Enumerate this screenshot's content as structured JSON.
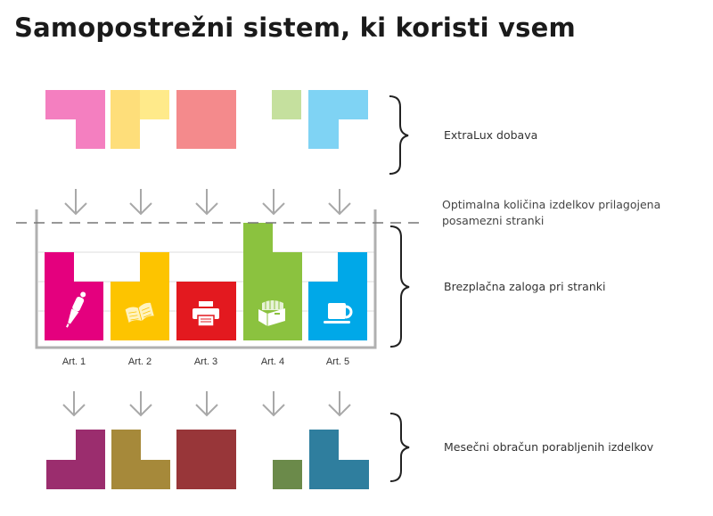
{
  "title": "Samopostrežni sistem, ki koristi vsem",
  "stages": [
    {
      "label": "ExtraLux dobava"
    },
    {
      "label": "Optimalna količina izdelkov prilagojena posamezni stranki",
      "label_line1": "Optimalna količina izdelkov prilagojena",
      "label_line2": "posamezni stranki"
    },
    {
      "label": "Brezplačna zaloga pri stranki"
    },
    {
      "label": "Mesečni obračun porabljenih izdelkov"
    }
  ],
  "articles": [
    {
      "label": "Art. 1",
      "icon": "pen-icon",
      "color": "#e4007e",
      "supply_color": "#f47fc0",
      "billing_color": "#9b2d6e"
    },
    {
      "label": "Art. 2",
      "icon": "book-icon",
      "color": "#fdc400",
      "supply_color": "#fede7a",
      "billing_color": "#a6893a"
    },
    {
      "label": "Art. 3",
      "icon": "printer-icon",
      "color": "#e3191f",
      "supply_color": "#f48a8c",
      "billing_color": "#983639"
    },
    {
      "label": "Art. 4",
      "icon": "archive-box-icon",
      "color": "#8bc23f",
      "supply_color": "#c5e09e",
      "billing_color": "#6b8a4a"
    },
    {
      "label": "Art. 5",
      "icon": "coffee-cup-icon",
      "color": "#00a8e8",
      "supply_color": "#7fd3f4",
      "billing_color": "#2f7e9e"
    }
  ],
  "colors": {
    "arrow": "#a8a8a8",
    "container": "#b0b0b0",
    "gridline": "#dddddd",
    "dashed_line": "#777777",
    "brace": "#222222",
    "text": "#333333"
  }
}
